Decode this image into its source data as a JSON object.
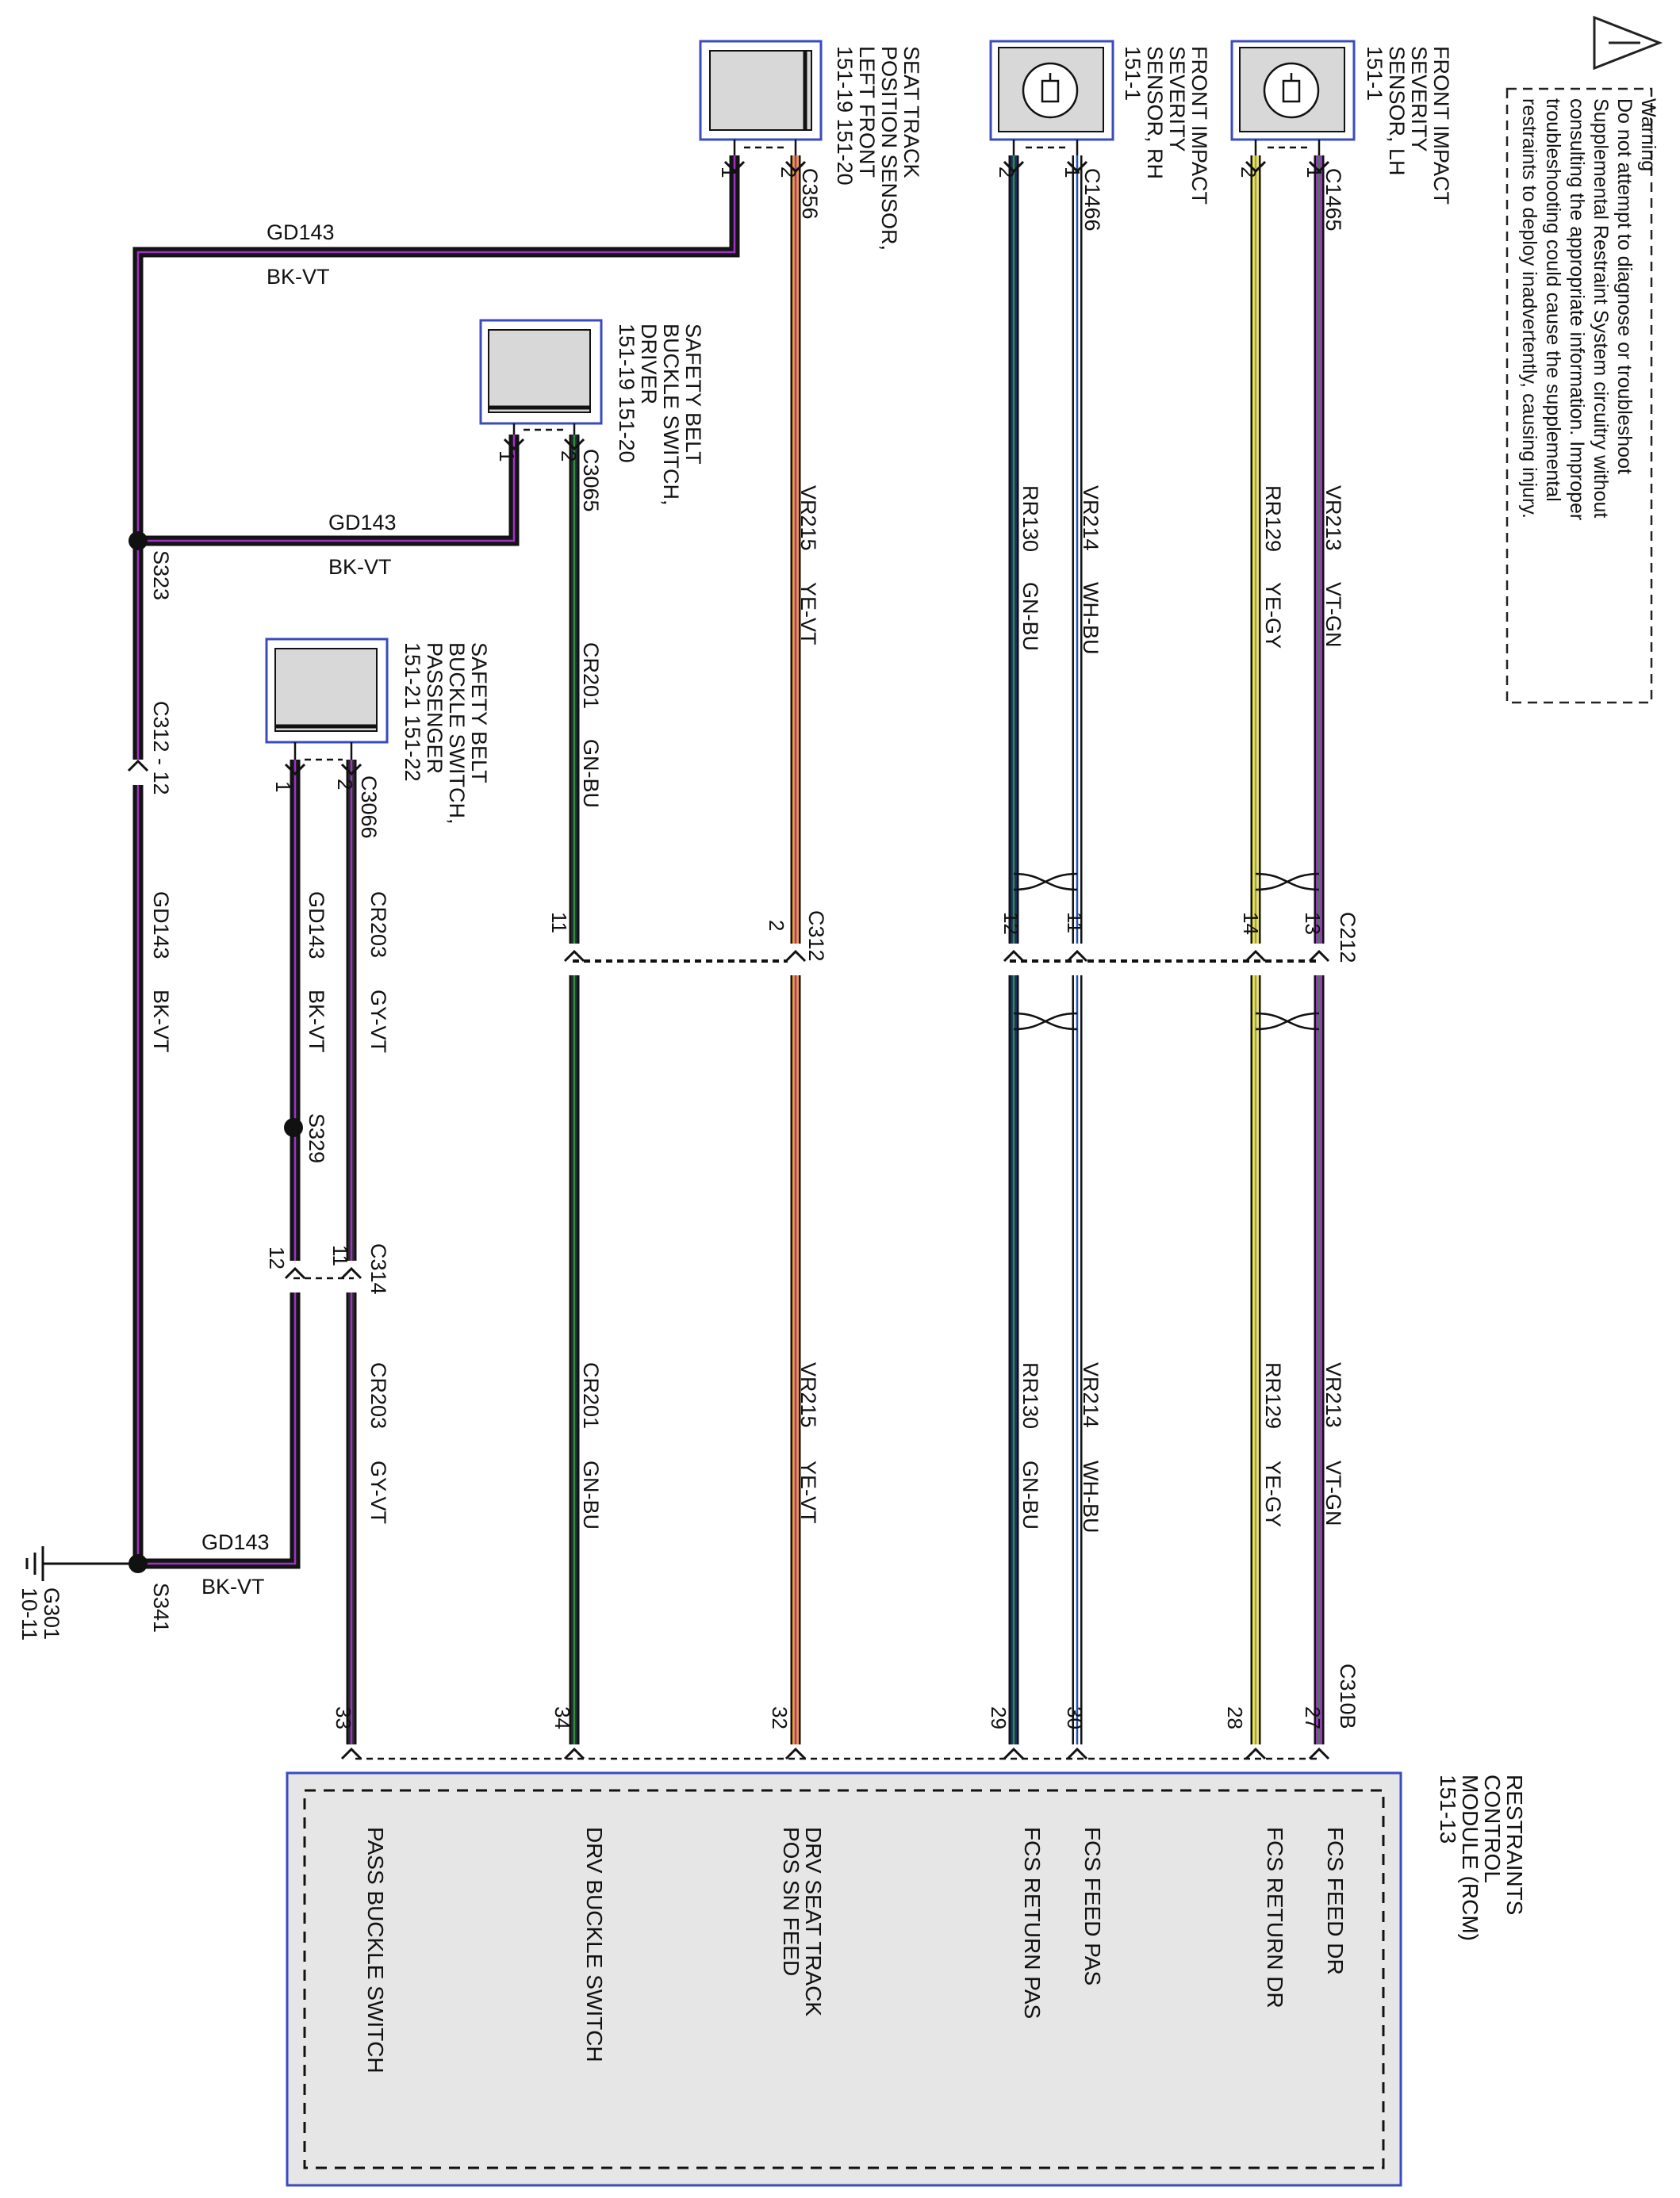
{
  "warning": {
    "lines": [
      "Warning",
      "Do not attempt to diagnose or troubleshoot",
      "Supplemental Restraint System circuitry without",
      "consulting the appropriate information. Improper",
      "troubleshooting could cause the supplemental",
      "restraints to deploy inadvertently, causing injury."
    ],
    "symbol": "warning-triangle-icon"
  },
  "components": {
    "fis_lh": {
      "lines": [
        "FRONT IMPACT",
        "SEVERITY",
        "SENSOR, LH",
        "151-1"
      ]
    },
    "fis_rh": {
      "lines": [
        "FRONT IMPACT",
        "SEVERITY",
        "SENSOR, RH",
        "151-1"
      ]
    },
    "seat_track": {
      "lines": [
        "SEAT TRACK",
        "POSITION SENSOR,",
        "LEFT FRONT",
        "151-19   151-20"
      ]
    },
    "belt_driver": {
      "lines": [
        "SAFETY BELT",
        "BUCKLE SWITCH,",
        "DRIVER",
        "151-19   151-20"
      ]
    },
    "belt_passenger": {
      "lines": [
        "SAFETY BELT",
        "BUCKLE SWITCH,",
        "PASSENGER",
        "151-21   151-22"
      ]
    },
    "rcm": {
      "lines": [
        "RESTRAINTS",
        "CONTROL",
        "MODULE (RCM)",
        "151-13"
      ]
    }
  },
  "connectors": {
    "c1465": "C1465",
    "c1466": "C1466",
    "c356": "C356",
    "c3065": "C3065",
    "c3066": "C3066",
    "c212": "C212",
    "c312": "C312",
    "c312_12": "C312 - 12",
    "c314": "C314",
    "c310b": "C310B"
  },
  "pins": {
    "lh_1": "1",
    "lh_2": "2",
    "rh_1": "1",
    "rh_2": "2",
    "st_1": "1",
    "st_2": "2",
    "bd_1": "1",
    "bd_2": "2",
    "bp_1": "1",
    "bp_2": "2",
    "c212_13": "13",
    "c212_14": "14",
    "c212_11": "11",
    "c212_12": "12",
    "c312_2": "2",
    "c312_11": "11",
    "c314_11": "11",
    "c314_12": "12",
    "rcm_27": "27",
    "rcm_28": "28",
    "rcm_30": "30",
    "rcm_29": "29",
    "rcm_32": "32",
    "rcm_34": "34",
    "rcm_33": "33"
  },
  "wires": {
    "vr213": {
      "circuit": "VR213",
      "color": "VT-GN"
    },
    "rr129": {
      "circuit": "RR129",
      "color": "YE-GY"
    },
    "vr214": {
      "circuit": "VR214",
      "color": "WH-BU"
    },
    "rr130": {
      "circuit": "RR130",
      "color": "GN-BU"
    },
    "vr215": {
      "circuit": "VR215",
      "color": "YE-VT"
    },
    "cr201": {
      "circuit": "CR201",
      "color": "GN-BU"
    },
    "cr203": {
      "circuit": "CR203",
      "color": "GY-VT"
    },
    "gd143": {
      "circuit": "GD143",
      "color": "BK-VT"
    }
  },
  "splices": {
    "s323": "S323",
    "s329": "S329",
    "s341": "S341"
  },
  "ground": {
    "lines": [
      "G301",
      "10-11"
    ]
  },
  "rcm_pins": {
    "fcs_feed_dr": "FCS FEED DR",
    "fcs_return_dr": "FCS RETURN DR",
    "fcs_feed_pas": "FCS FEED PAS",
    "fcs_return_pas": "FCS RETURN PAS",
    "drv_seat_track": [
      "DRV SEAT TRACK",
      "POS SN FEED"
    ],
    "drv_buckle": "DRV BUCKLE SWITCH",
    "pass_buckle": "PASS BUCKLE SWITCH"
  },
  "colors": {
    "violet": "#a030c8",
    "green": "#2f8f2f",
    "yellow": "#f2ea3a",
    "gray": "#9a9a9a",
    "white": "#ffffff",
    "blue": "#2050c0",
    "orange": "#f2a020",
    "black": "#151515",
    "box_outline": "#3a4bbf",
    "rcm_fill": "#e6e6e6"
  }
}
